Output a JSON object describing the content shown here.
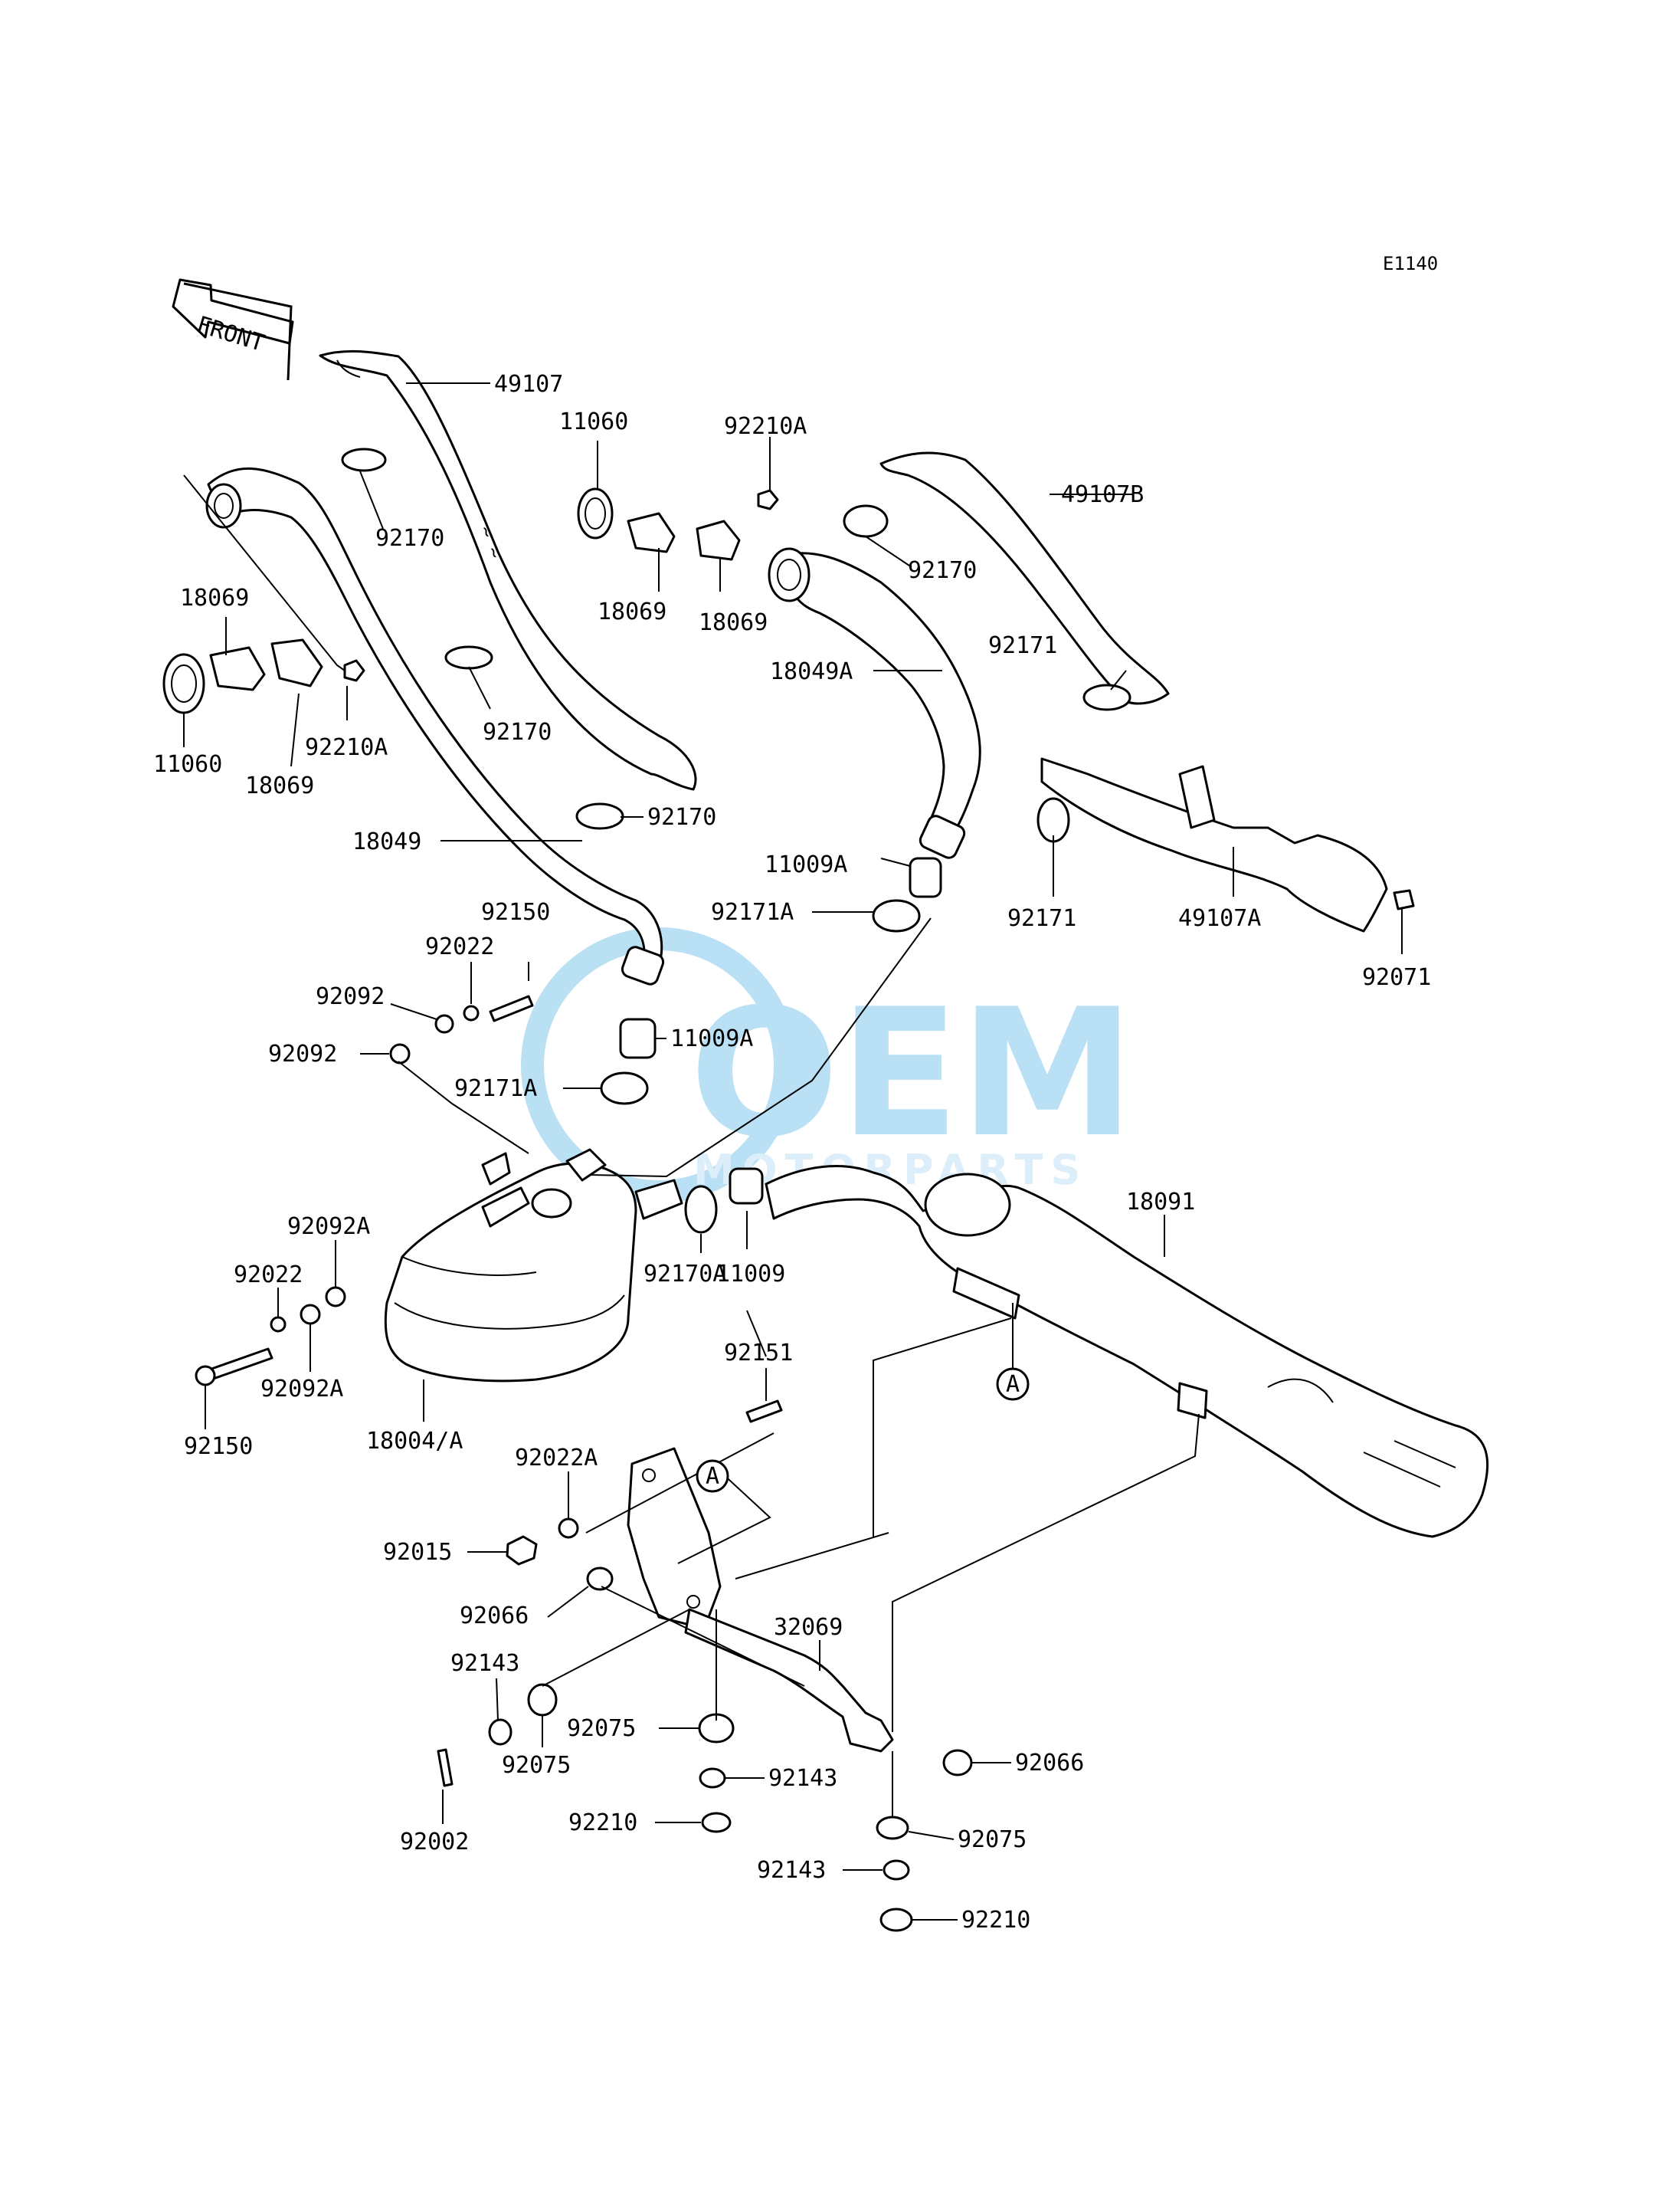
{
  "diagram_code": "E1140",
  "front_label": "FRONT",
  "ref_marker": "A",
  "watermark": {
    "main": "OEM",
    "sub": "MOTORPARTS",
    "color": "#3aa7e0"
  },
  "callouts": {
    "c49107": "49107",
    "c11060_top": "11060",
    "c92210A_top": "92210A",
    "c49107B": "49107B",
    "c92170_a": "92170",
    "c18069_mid": "18069",
    "c18069_mid2": "18069",
    "c92170_b": "92170",
    "c18069_left": "18069",
    "c92171_top": "92171",
    "c18049A": "18049A",
    "c11060_left": "11060",
    "c92210A_left": "92210A",
    "c18069_left2": "18069",
    "c92170_c": "92170",
    "c92170_d": "92170",
    "c18049": "18049",
    "c11009A_top": "11009A",
    "c92171A_top": "92171A",
    "c92171_mid": "92171",
    "c49107A": "49107A",
    "c92150_top": "92150",
    "c92071": "92071",
    "c92022_top": "92022",
    "c92092_a": "92092",
    "c11009A_mid": "11009A",
    "c92092_b": "92092",
    "c92171A_mid": "92171A",
    "c18091": "18091",
    "c92092A_top": "92092A",
    "c92022_left": "92022",
    "c11009": "11009",
    "c92170A": "92170A",
    "c92151": "92151",
    "c92092A_bot": "92092A",
    "c92150_bot": "92150",
    "c18004A": "18004/A",
    "c92022A": "92022A",
    "c92015": "92015",
    "c92066_left": "92066",
    "c32069": "32069",
    "c92143_left": "92143",
    "c92075_mid": "92075",
    "c92075_left": "92075",
    "c92066_right": "92066",
    "c92143_mid": "92143",
    "c92002": "92002",
    "c92210_mid": "92210",
    "c92075_right": "92075",
    "c92143_bot": "92143",
    "c92210_bot": "92210"
  }
}
